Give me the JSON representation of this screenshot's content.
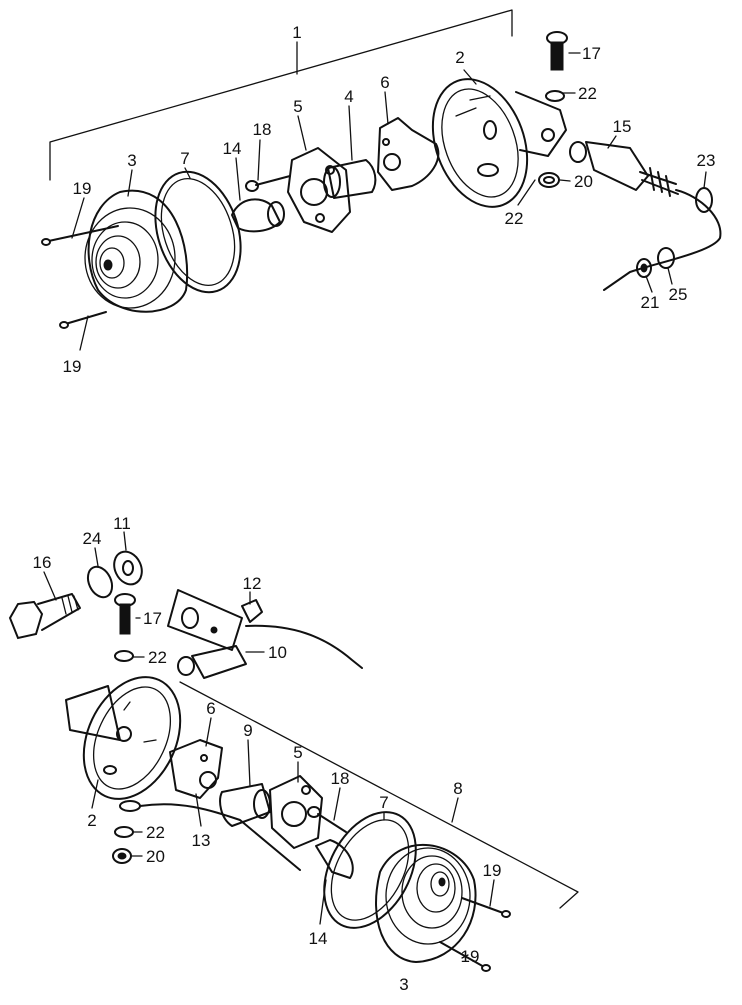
{
  "diagram": {
    "callouts": {
      "u1": "1",
      "u2": "2",
      "u3": "3",
      "u4": "4",
      "u5": "5",
      "u6": "6",
      "u7": "7",
      "u14": "14",
      "u15": "15",
      "u17": "17",
      "u18": "18",
      "u19a": "19",
      "u19b": "19",
      "u20": "20",
      "u21": "21",
      "u22a": "22",
      "u22b": "22",
      "u23": "23",
      "u25": "25",
      "l2": "2",
      "l3": "3",
      "l5": "5",
      "l6": "6",
      "l7": "7",
      "l8": "8",
      "l9": "9",
      "l10": "10",
      "l11": "11",
      "l12": "12",
      "l13": "13",
      "l14": "14",
      "l16": "16",
      "l17": "17",
      "l18": "18",
      "l19a": "19",
      "l19b": "19",
      "l20": "20",
      "l22": "22",
      "l24": "24"
    }
  }
}
